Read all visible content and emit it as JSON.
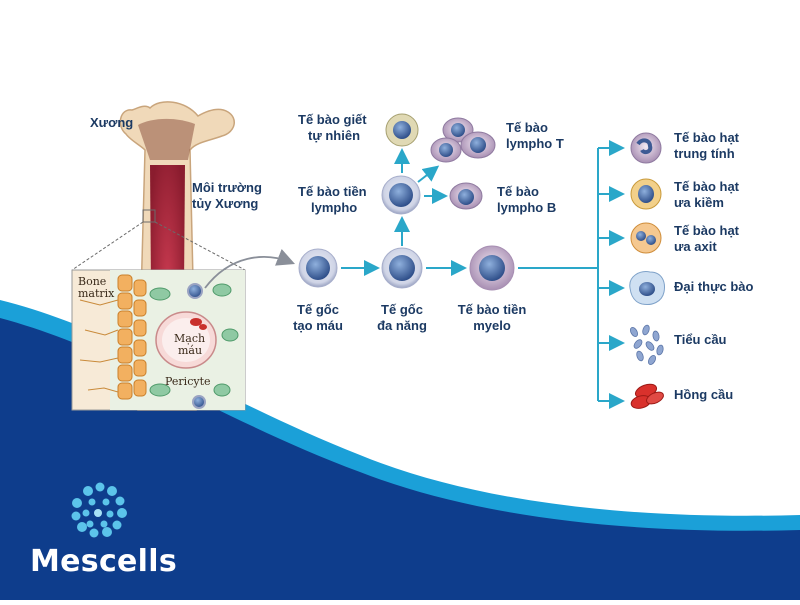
{
  "bone": {
    "label": "Xương",
    "marrow_label": [
      "Môi trường",
      "tủy Xương"
    ]
  },
  "inset": {
    "matrix_label": [
      "Bone",
      "matrix"
    ],
    "vessel_label": [
      "Mạch",
      "máu"
    ],
    "pericyte_label": "Pericyte"
  },
  "stages": {
    "hsc": [
      "Tế gốc",
      "tạo máu"
    ],
    "multipotent": [
      "Tế gốc",
      "đa năng"
    ],
    "myeloid": [
      "Tế bào tiền",
      "myelo"
    ],
    "lymphoid": [
      "Tế bào tiền",
      "lympho"
    ],
    "nk": [
      "Tế bào giết",
      "tự nhiên"
    ],
    "t_cell": [
      "Tế bào",
      "lympho T"
    ],
    "b_cell": [
      "Tế bào",
      "lympho B"
    ]
  },
  "myeloid_outputs": [
    [
      "Tế bào hạt",
      "trung tính"
    ],
    [
      "Tế bào hạt",
      "ưa kiềm"
    ],
    [
      "Tế bào hạt",
      "ưa axit"
    ],
    [
      "Đại thực bào"
    ],
    [
      "Tiểu cầu"
    ],
    [
      "Hồng cầu"
    ]
  ],
  "brand": {
    "name": "Mescells"
  },
  "colors": {
    "arrow": "#2aa7c9",
    "label_text": "#1c3a63",
    "band_dark": "#0e3d8c",
    "band_light": "#1ba0d8",
    "cell_membrane": "#c9cfe0",
    "cell_nucleus": "#4a6da8",
    "red_cell": "#d9312c"
  },
  "icons": [
    "brand-logo-icon",
    "bone-icon",
    "arrow-icon"
  ]
}
